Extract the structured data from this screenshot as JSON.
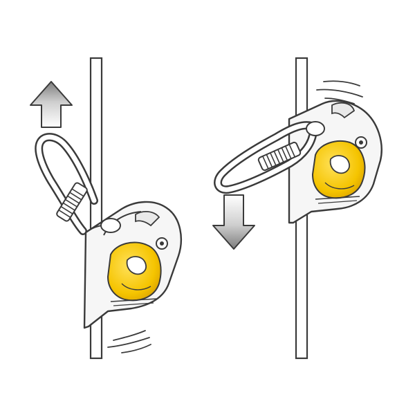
{
  "panels": [
    {
      "id": "left",
      "motion": "up",
      "arrow_icon": "arrow-up-icon",
      "description_icon": "rope-grab-device-icon"
    },
    {
      "id": "right",
      "motion": "down",
      "arrow_icon": "arrow-down-icon",
      "description_icon": "rope-grab-device-icon"
    }
  ],
  "colors": {
    "stroke": "#3a3a3a",
    "device_body": "#f4f4f4",
    "cam_yellow": "#f5c400",
    "cam_yellow_dark": "#d9a800",
    "rope_fill": "#ffffff",
    "arrow_light": "#f2f2f2",
    "arrow_dark": "#8a8a8a"
  }
}
